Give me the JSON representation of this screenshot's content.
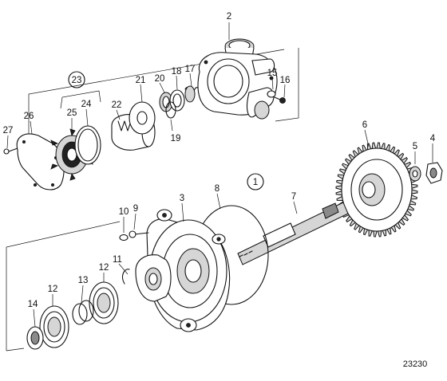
{
  "reference_number": "23230",
  "callouts": {
    "c1": "1",
    "c2": "2",
    "c3": "3",
    "c4": "4",
    "c5": "5",
    "c6": "6",
    "c7": "7",
    "c8": "8",
    "c9": "9",
    "c10": "10",
    "c11": "11",
    "c12a": "12",
    "c12b": "12",
    "c13": "13",
    "c14": "14",
    "c15": "15",
    "c16": "16",
    "c17": "17",
    "c18": "18",
    "c19": "19",
    "c20": "20",
    "c21": "21",
    "c22": "22",
    "c23": "23",
    "c24": "24",
    "c25": "25",
    "c26": "26",
    "c27": "27"
  }
}
